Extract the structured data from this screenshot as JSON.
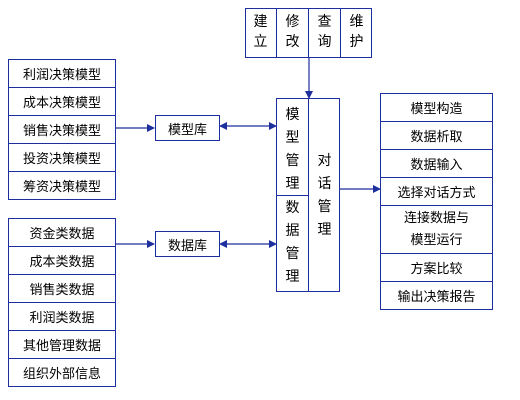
{
  "top_ops": [
    "建立",
    "修改",
    "查询",
    "维护"
  ],
  "model_list": [
    "利润决策模型",
    "成本决策模型",
    "销售决策模型",
    "投资决策模型",
    "筹资决策模型"
  ],
  "data_list": [
    "资金类数据",
    "成本类数据",
    "销售类数据",
    "利润类数据",
    "其他管理数据",
    "组织外部信息"
  ],
  "model_lib": "模型库",
  "data_lib": "数据库",
  "model_mgmt": "模型管理",
  "data_mgmt": "数据管理",
  "dialog_mgmt": "对话管理",
  "functions": [
    "模型构造",
    "数据析取",
    "数据输入",
    "选择对话方式",
    "连接数据与",
    "模型运行",
    "方案比较",
    "输出决策报告"
  ]
}
